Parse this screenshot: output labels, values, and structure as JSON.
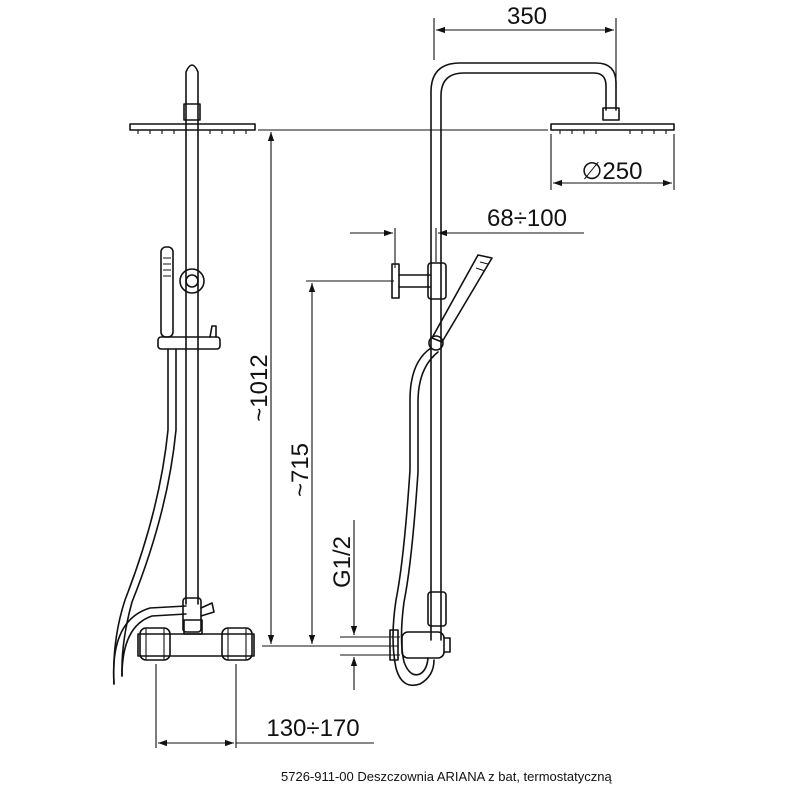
{
  "dimensions": {
    "width_top": "350",
    "head_diameter": "∅250",
    "arm_range": "68÷100",
    "total_height": "~1012",
    "outlet_height": "~715",
    "thread": "G1/2",
    "spacing_range": "130÷170"
  },
  "caption": "5726-911-00 Deszczownia ARIANA z bat, termostatyczną"
}
